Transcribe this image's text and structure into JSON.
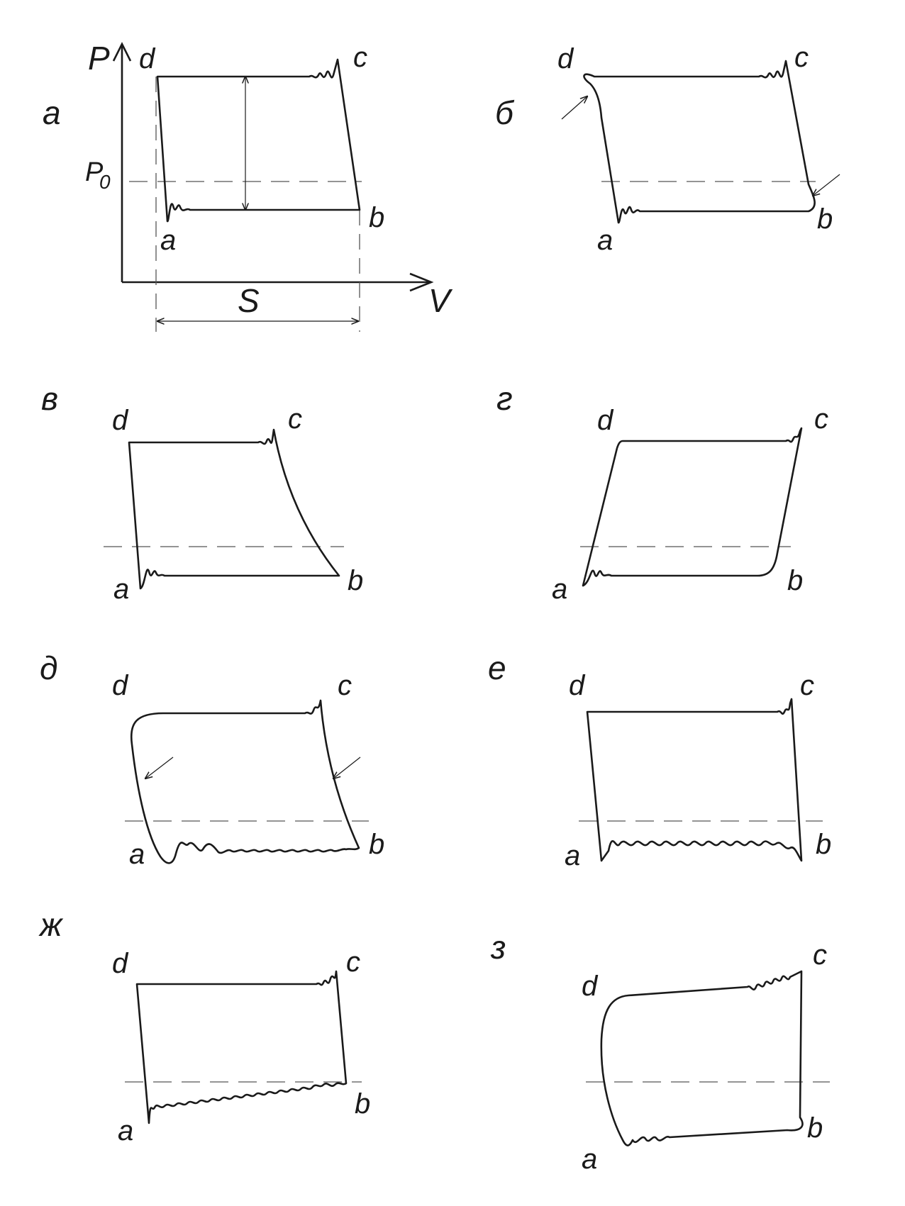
{
  "panels": [
    {
      "id": "a",
      "label": "а"
    },
    {
      "id": "b",
      "label": "б"
    },
    {
      "id": "v",
      "label": "в"
    },
    {
      "id": "g",
      "label": "г"
    },
    {
      "id": "d",
      "label": "д"
    },
    {
      "id": "e",
      "label": "е"
    },
    {
      "id": "zh",
      "label": "ж"
    },
    {
      "id": "z",
      "label": "з"
    }
  ],
  "points": {
    "a": "a",
    "b": "b",
    "c": "c",
    "d": "d"
  },
  "axes": {
    "p": "P",
    "v": "V",
    "p0": "P",
    "p0_sub": "0",
    "s": "S"
  }
}
